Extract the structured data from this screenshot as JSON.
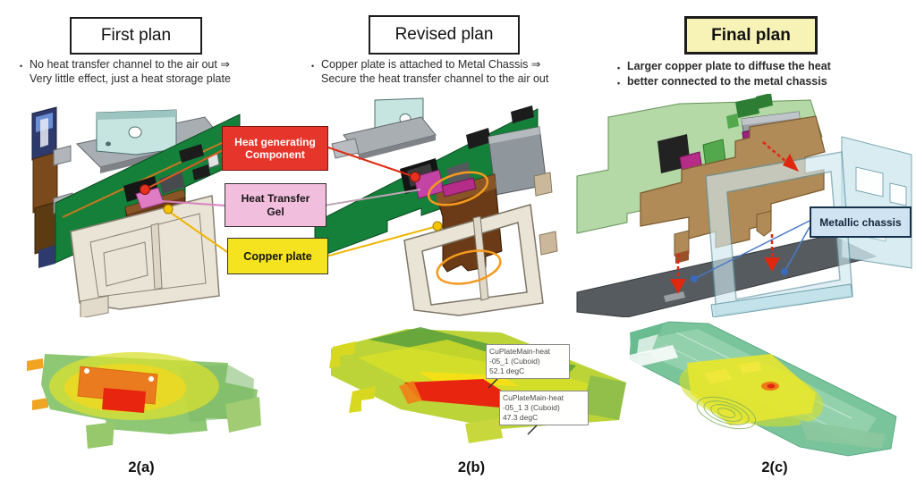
{
  "figure": {
    "bullet_marker": "•",
    "panels": [
      {
        "title": "First plan",
        "caption": "2(a)",
        "bullets": [
          {
            "line1": "No heat transfer channel to the air out ⇒",
            "line2": "Very little effect, just a heat storage plate"
          }
        ]
      },
      {
        "title": "Revised plan",
        "caption": "2(b)",
        "bullets": [
          {
            "line1": "Copper plate is attached to Metal Chassis ⇒",
            "line2": "Secure the heat transfer channel to the air out"
          }
        ]
      },
      {
        "title": "Final plan",
        "caption": "2(c)",
        "bullets": [
          {
            "line1": "Larger copper plate to diffuse the heat"
          },
          {
            "line1": "better connected to the metal chassis"
          }
        ]
      }
    ],
    "component_labels": {
      "heat_generating": {
        "line1": "Heat generating",
        "line2": "Component"
      },
      "heat_transfer_gel": {
        "line1": "Heat Transfer",
        "line2": "Gel"
      },
      "copper_plate": "Copper plate",
      "metallic_chassis": "Metallic chassis"
    },
    "thermal_callouts": [
      {
        "line1": "CuPlateMain-heat",
        "line2": "-05_1 (Cuboid)",
        "line3": "52.1 degC"
      },
      {
        "line1": "CuPlateMain-heat",
        "line2": "-05_1 3 (Cuboid)",
        "line3": "47.3 degC"
      }
    ],
    "colors": {
      "heat_generating_bg": "#e6352b",
      "heat_transfer_gel_bg": "#f2bedd",
      "copper_plate_bg": "#f5e31f",
      "final_plan_bg": "#f7f2b5",
      "metallic_chassis_bg": "#cfe3f2",
      "pcb_green": "#15803a",
      "pcb_light_green": "#b4d9a6",
      "copper_brown": "#6b3a16",
      "copper_tan": "#b08b58",
      "chassis_beige": "#eae4d7",
      "chassis_translucent_blue": "#cfe8ee",
      "thermal_hot_red": "#e8250f",
      "thermal_warm_orange": "#ea7b1e",
      "thermal_cool_green": "#8fc874",
      "highlight_ellipse_orange": "#f59a1d",
      "heat_flow_arrow_red": "#e02810",
      "chassis_pointer_blue": "#4a7ac8"
    }
  }
}
